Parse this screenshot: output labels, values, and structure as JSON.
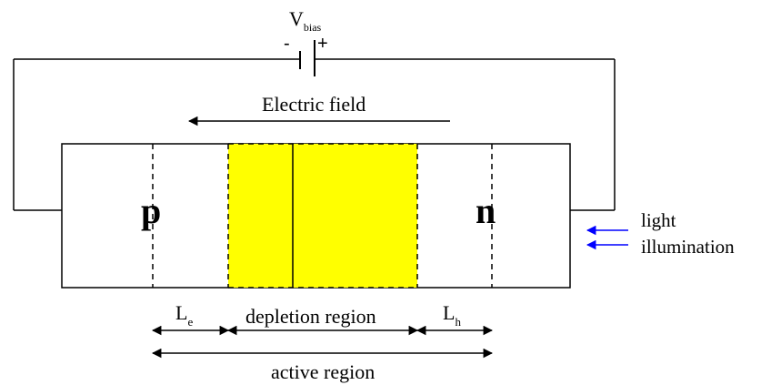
{
  "labels": {
    "vbias_main": "V",
    "vbias_sub": "bias",
    "battery_minus": "-",
    "battery_plus": "+",
    "electric_field": "Electric field",
    "p_region": "p",
    "n_region": "n",
    "light": "light",
    "illumination": "illumination",
    "le_main": "L",
    "le_sub": "e",
    "depletion_region": "depletion region",
    "lh_main": "L",
    "lh_sub": "h",
    "active_region": "active region"
  },
  "colors": {
    "depletion_fill": "#ffff00",
    "light_arrows": "#0000ff",
    "line": "#000000"
  }
}
